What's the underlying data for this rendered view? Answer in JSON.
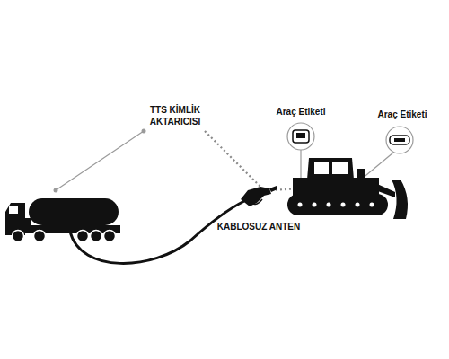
{
  "diagram": {
    "labels": [
      "TTS KİMLİK AKTARICISI",
      "Araç Etiketi",
      "Araç Etiketi",
      "KABLOSUZ ANTEN"
    ]
  }
}
